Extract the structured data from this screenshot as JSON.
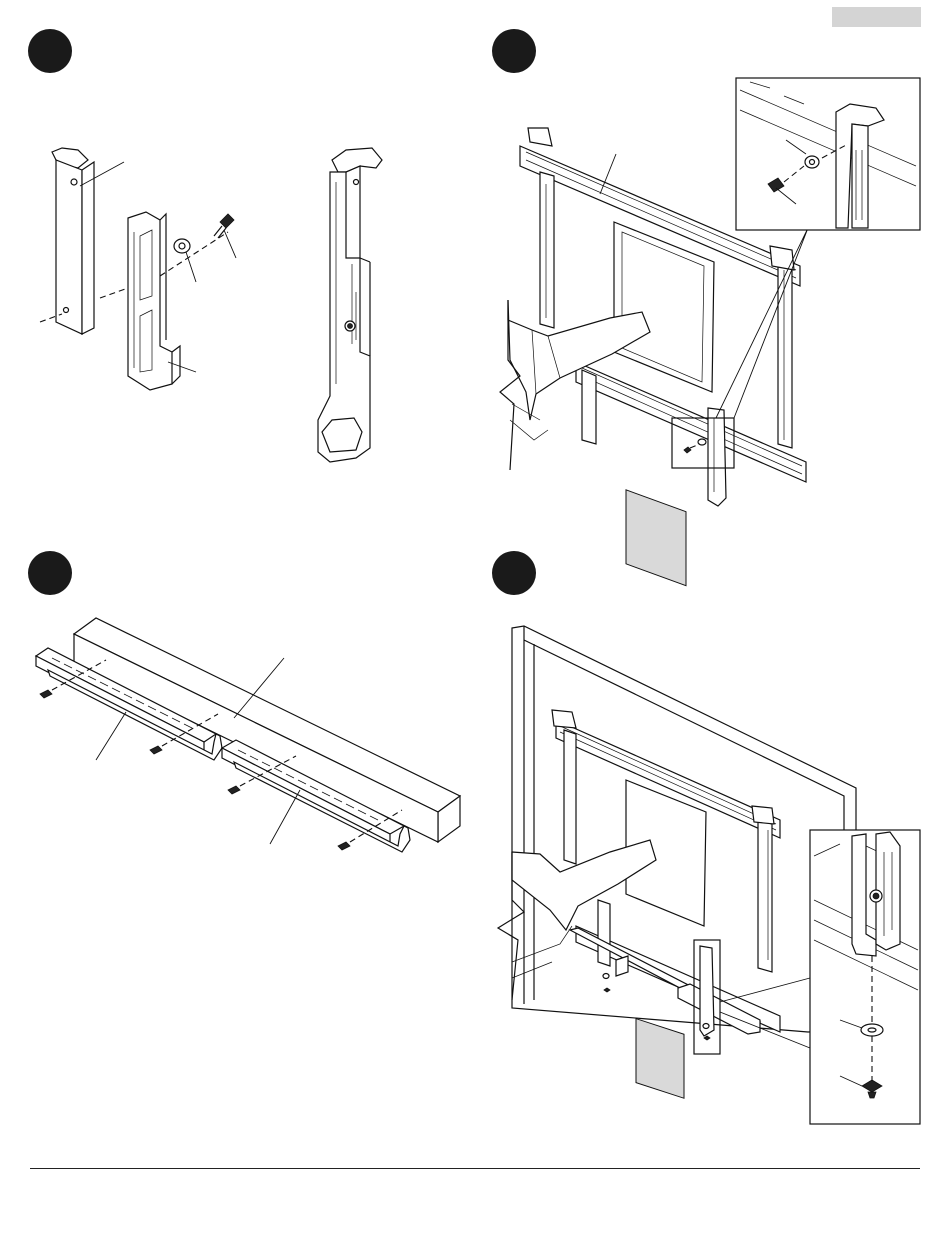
{
  "page": {
    "header_tab": "",
    "steps": [
      {
        "number": ""
      },
      {
        "number": ""
      },
      {
        "number": ""
      },
      {
        "number": ""
      }
    ]
  },
  "colors": {
    "ink": "#111111",
    "tab_fill": "#d4d4d4",
    "step_badge": "#1a1a1a"
  },
  "figures": [
    {
      "id": "bracket-assembly",
      "icon": "bracket-parts-drawing"
    },
    {
      "id": "bracket-mounted-on-arm",
      "icon": "wall-arm-mount-drawing"
    },
    {
      "id": "bar-and-channels",
      "icon": "wood-bar-channels-drawing"
    },
    {
      "id": "tv-with-arm",
      "icon": "tv-mount-drawing"
    }
  ]
}
